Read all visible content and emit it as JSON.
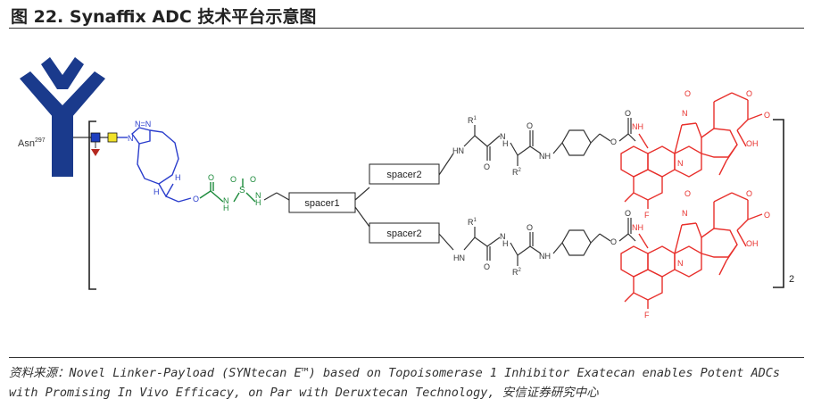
{
  "figure": {
    "title": "图 22. Synaffix ADC 技术平台示意图",
    "source_line1": "资料来源：Novel Linker-Payload (SYNtecan E™) based on Topoisomerase 1 Inhibitor Exatecan enables Potent ADCs",
    "source_line2": "with Promising In Vivo Efficacy, on Par with Deruxtecan Technology, 安信证券研究中心"
  },
  "diagram": {
    "antibody_label": "Asn",
    "antibody_sup": "297",
    "spacer1": "spacer1",
    "spacer2_top": "spacer2",
    "spacer2_bottom": "spacer2",
    "bracket_subscript": "2",
    "atom_labels": {
      "n": "N",
      "nh": "NH",
      "hn": "HN",
      "h": "H",
      "o": "O",
      "oh": "OH",
      "s": "S",
      "f": "F",
      "r1": "R",
      "r1_sup": "1",
      "r2": "R",
      "r2_sup": "2",
      "n_triazole": "N=N"
    },
    "colors": {
      "antibody": "#1a3a8c",
      "linker_blue": "#2a3dcc",
      "sulfamide_green": "#1b8a3a",
      "payload_red": "#e8302c",
      "glycan_square_blue": "#1f3fbf",
      "glycan_square_yellow": "#f1e22a",
      "glycan_triangle": "#b5281f"
    }
  }
}
